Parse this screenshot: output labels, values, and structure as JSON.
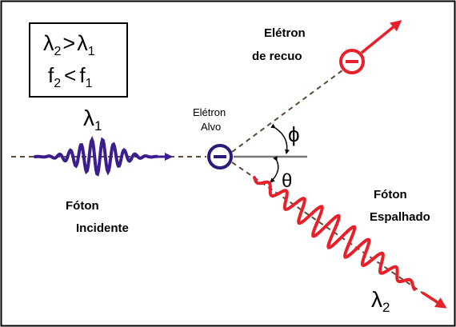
{
  "relations": {
    "wavelength_symbol": "λ",
    "greater_than": ">",
    "less_than": "<",
    "frequency_symbol": "f",
    "sub_1": "1",
    "sub_2": "2"
  },
  "incident_photon": {
    "wavelength_symbol": "λ",
    "subscript": "1",
    "label_line1": "Fóton",
    "label_line2": "Incidente"
  },
  "target_electron": {
    "label_line1": "Elétron",
    "label_line2": "Alvo",
    "symbol": "⊖"
  },
  "recoil_electron": {
    "label_line1": "Elétron",
    "label_line2": "de recuo"
  },
  "scattered_photon": {
    "label_line1": "Fóton",
    "label_line2": "Espalhado",
    "wavelength_symbol": "λ",
    "subscript": "2"
  },
  "angles": {
    "phi": "ϕ",
    "theta": "θ"
  },
  "colors": {
    "incident_wave": "#3b1d8f",
    "scattered_wave": "#e8202a",
    "target_electron": "#2e1a7a",
    "recoil_electron": "#e8202a",
    "dashed_path": "#5a4a3a",
    "axis_line": "#777777"
  }
}
